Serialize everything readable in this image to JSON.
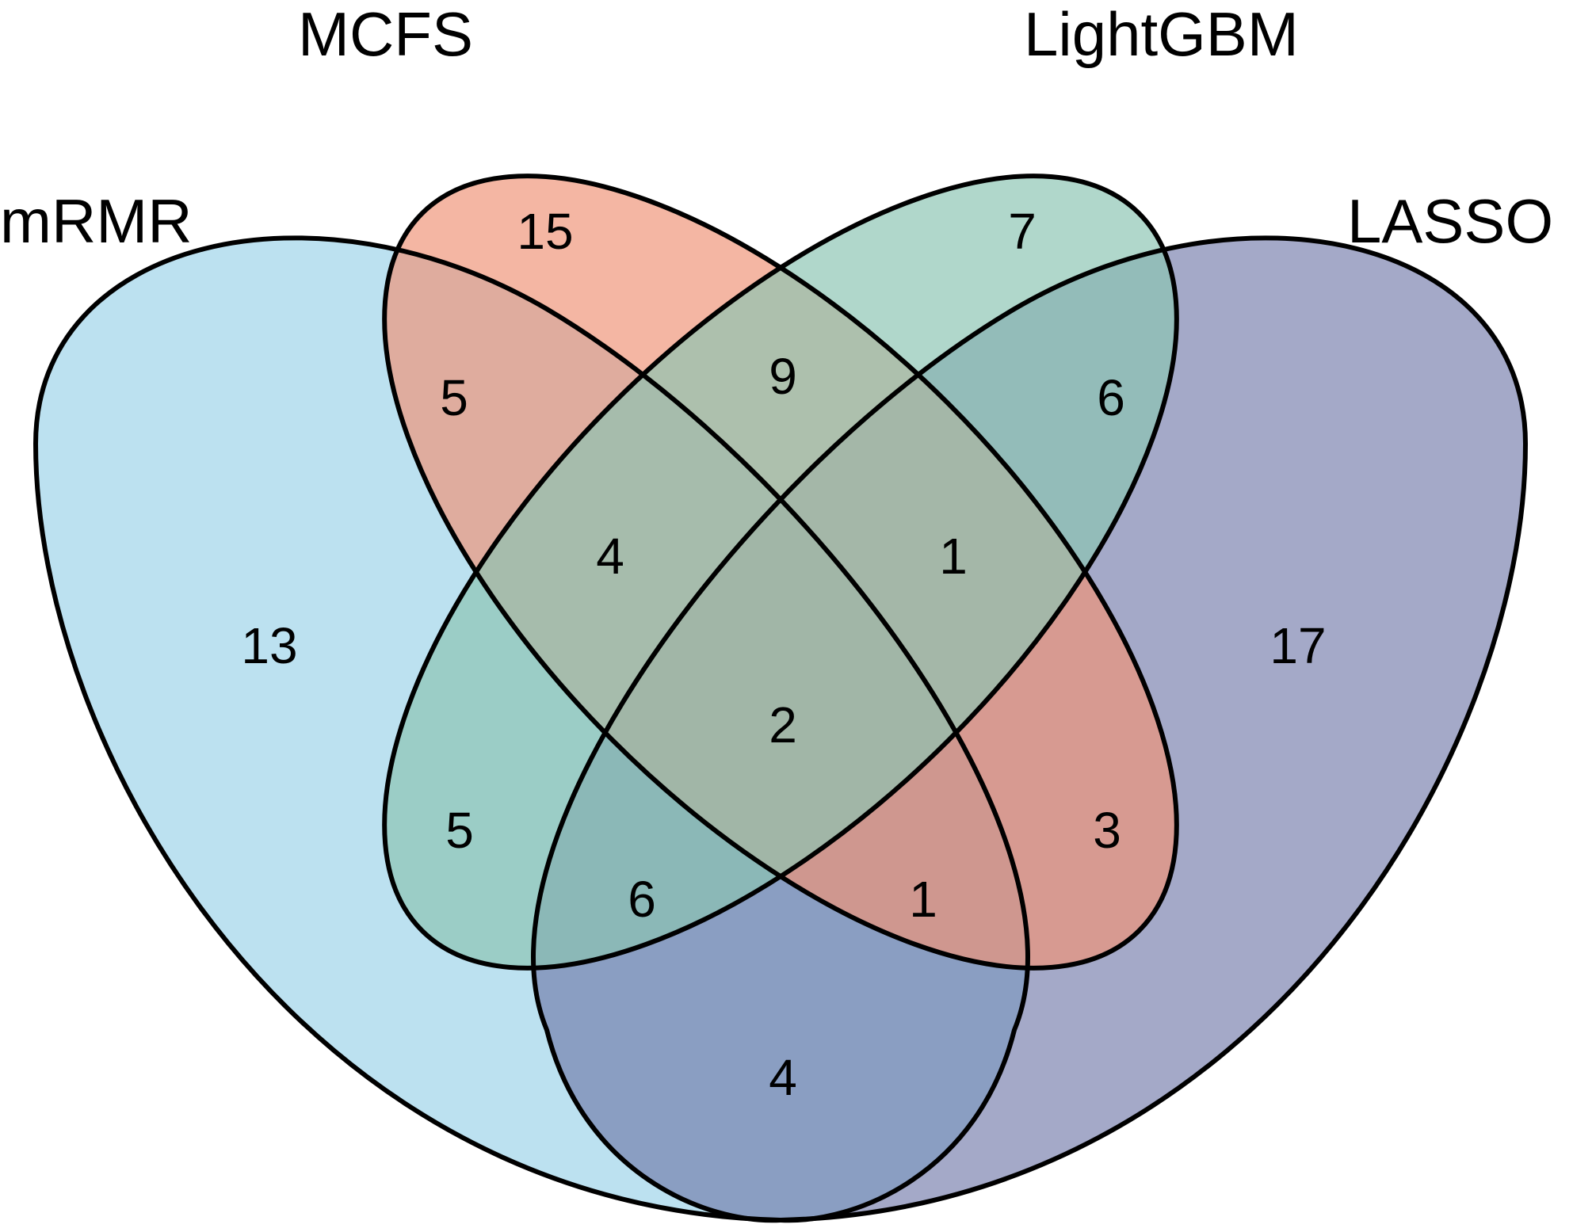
{
  "diagram": {
    "type": "venn-4-set",
    "sets": [
      {
        "id": "mrmr",
        "name": "mRMR",
        "color": "#a9d8ec"
      },
      {
        "id": "mcfs",
        "name": "MCFS",
        "color": "#f09478"
      },
      {
        "id": "lightgbm",
        "name": "LightGBM",
        "color": "#8cc5b3"
      },
      {
        "id": "lasso",
        "name": "LASSO",
        "color": "#6c74a6"
      }
    ],
    "regions": [
      {
        "sets": [
          "mRMR"
        ],
        "count": "13"
      },
      {
        "sets": [
          "MCFS"
        ],
        "count": "15"
      },
      {
        "sets": [
          "LightGBM"
        ],
        "count": "7"
      },
      {
        "sets": [
          "LASSO"
        ],
        "count": "17"
      },
      {
        "sets": [
          "mRMR",
          "MCFS"
        ],
        "count": "5"
      },
      {
        "sets": [
          "MCFS",
          "LightGBM"
        ],
        "count": "9"
      },
      {
        "sets": [
          "LightGBM",
          "LASSO"
        ],
        "count": "6"
      },
      {
        "sets": [
          "mRMR",
          "MCFS",
          "LightGBM"
        ],
        "count": "4"
      },
      {
        "sets": [
          "MCFS",
          "LightGBM",
          "LASSO"
        ],
        "count": "1"
      },
      {
        "sets": [
          "mRMR",
          "MCFS",
          "LightGBM",
          "LASSO"
        ],
        "count": "2"
      },
      {
        "sets": [
          "mRMR",
          "LightGBM"
        ],
        "count": "5"
      },
      {
        "sets": [
          "MCFS",
          "LASSO"
        ],
        "count": "3"
      },
      {
        "sets": [
          "mRMR",
          "LightGBM",
          "LASSO"
        ],
        "count": "6"
      },
      {
        "sets": [
          "mRMR",
          "MCFS",
          "LASSO"
        ],
        "count": "1"
      },
      {
        "sets": [
          "mRMR",
          "LASSO"
        ],
        "count": "4"
      }
    ]
  }
}
